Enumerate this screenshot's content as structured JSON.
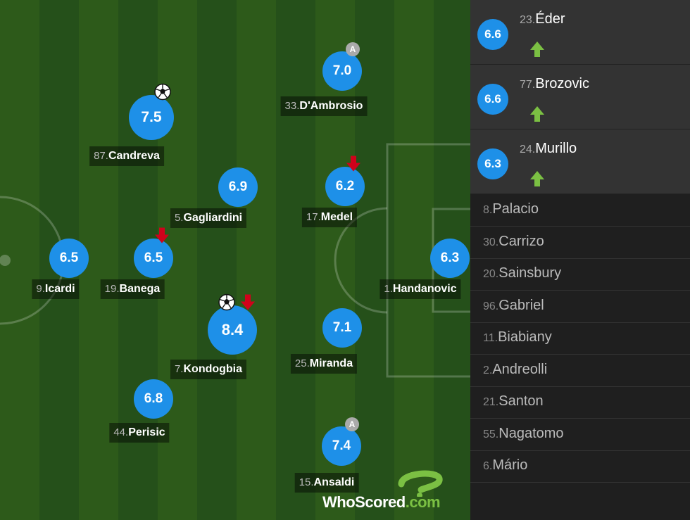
{
  "pitch_players": [
    {
      "number": "87.",
      "name": "Candreva",
      "rating": "7.5",
      "goal": true,
      "subbed_off": false,
      "assist": false
    },
    {
      "number": "33.",
      "name": "D'Ambrosio",
      "rating": "7.0",
      "goal": false,
      "subbed_off": false,
      "assist": true,
      "assist_label": "A"
    },
    {
      "number": "5.",
      "name": "Gagliardini",
      "rating": "6.9",
      "goal": false,
      "subbed_off": false,
      "assist": false
    },
    {
      "number": "17.",
      "name": "Medel",
      "rating": "6.2",
      "goal": false,
      "subbed_off": true,
      "assist": false
    },
    {
      "number": "9.",
      "name": "Icardi",
      "rating": "6.5",
      "goal": false,
      "subbed_off": false,
      "assist": false
    },
    {
      "number": "19.",
      "name": "Banega",
      "rating": "6.5",
      "goal": false,
      "subbed_off": true,
      "assist": false
    },
    {
      "number": "1.",
      "name": "Handanovic",
      "rating": "6.3",
      "goal": false,
      "subbed_off": false,
      "assist": false
    },
    {
      "number": "7.",
      "name": "Kondogbia",
      "rating": "8.4",
      "goal": true,
      "subbed_off": true,
      "assist": false
    },
    {
      "number": "25.",
      "name": "Miranda",
      "rating": "7.1",
      "goal": false,
      "subbed_off": false,
      "assist": false
    },
    {
      "number": "44.",
      "name": "Perisic",
      "rating": "6.8",
      "goal": false,
      "subbed_off": false,
      "assist": false
    },
    {
      "number": "15.",
      "name": "Ansaldi",
      "rating": "7.4",
      "goal": false,
      "subbed_off": false,
      "assist": true,
      "assist_label": "A"
    }
  ],
  "substitutes_used": [
    {
      "number": "23.",
      "name": "Éder",
      "rating": "6.6"
    },
    {
      "number": "77.",
      "name": "Brozovic",
      "rating": "6.6"
    },
    {
      "number": "24.",
      "name": "Murillo",
      "rating": "6.3"
    }
  ],
  "bench": [
    {
      "number": "8.",
      "name": "Palacio"
    },
    {
      "number": "30.",
      "name": "Carrizo"
    },
    {
      "number": "20.",
      "name": "Sainsbury"
    },
    {
      "number": "96.",
      "name": "Gabriel"
    },
    {
      "number": "11.",
      "name": "Biabiany"
    },
    {
      "number": "2.",
      "name": "Andreolli"
    },
    {
      "number": "21.",
      "name": "Santon"
    },
    {
      "number": "55.",
      "name": "Nagatomo"
    },
    {
      "number": "6.",
      "name": "Mário"
    }
  ],
  "logo": {
    "part1": "WhoScored",
    "part2": ".com"
  },
  "colors": {
    "rating_bubble": "#1e90e8",
    "sub_in_arrow": "#7bc043",
    "sub_off_arrow": "#d0021b",
    "pitch_dark": "#25501a",
    "pitch_light": "#2d5a1a"
  },
  "icons": {
    "goal": "football-icon",
    "sub_off": "red-down-arrow-icon",
    "sub_on": "green-up-arrow-icon",
    "assist": "assist-badge-icon"
  }
}
